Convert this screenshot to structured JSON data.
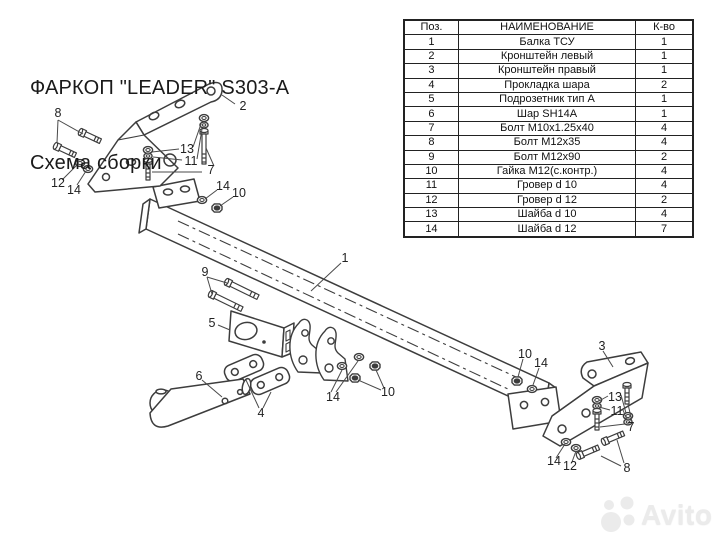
{
  "title": {
    "line1": "ФАРКОП \"LEADER\" S303-A",
    "line2": "Схема сборки"
  },
  "parts_table": {
    "headers": [
      "Поз.",
      "НАИМЕНОВАНИЕ",
      "К-во"
    ],
    "rows": [
      [
        "1",
        "Балка ТСУ",
        "1"
      ],
      [
        "2",
        "Кронштейн левый",
        "1"
      ],
      [
        "3",
        "Кронштейн правый",
        "1"
      ],
      [
        "4",
        "Прокладка шара",
        "2"
      ],
      [
        "5",
        "Подрозетник тип А",
        "1"
      ],
      [
        "6",
        "Шар SH14A",
        "1"
      ],
      [
        "7",
        "Болт M10x1.25x40",
        "4"
      ],
      [
        "8",
        "Болт M12x35",
        "4"
      ],
      [
        "9",
        "Болт M12x90",
        "2"
      ],
      [
        "10",
        "Гайка M12(с.контр.)",
        "4"
      ],
      [
        "11",
        "Гровер d 10",
        "4"
      ],
      [
        "12",
        "Гровер d 12",
        "2"
      ],
      [
        "13",
        "Шайба d 10",
        "4"
      ],
      [
        "14",
        "Шайба d 12",
        "7"
      ]
    ]
  },
  "diagram": {
    "callouts": [
      "2",
      "8",
      "12",
      "14",
      "13",
      "11",
      "7",
      "14",
      "10",
      "1",
      "9",
      "5",
      "6",
      "4",
      "14",
      "10",
      "10",
      "14",
      "3",
      "13",
      "11",
      "7",
      "14",
      "12",
      "8"
    ]
  },
  "watermark": {
    "text": "Avito"
  },
  "colors": {
    "line": "#3d3d3d",
    "text": "#111111",
    "background": "#ffffff"
  }
}
